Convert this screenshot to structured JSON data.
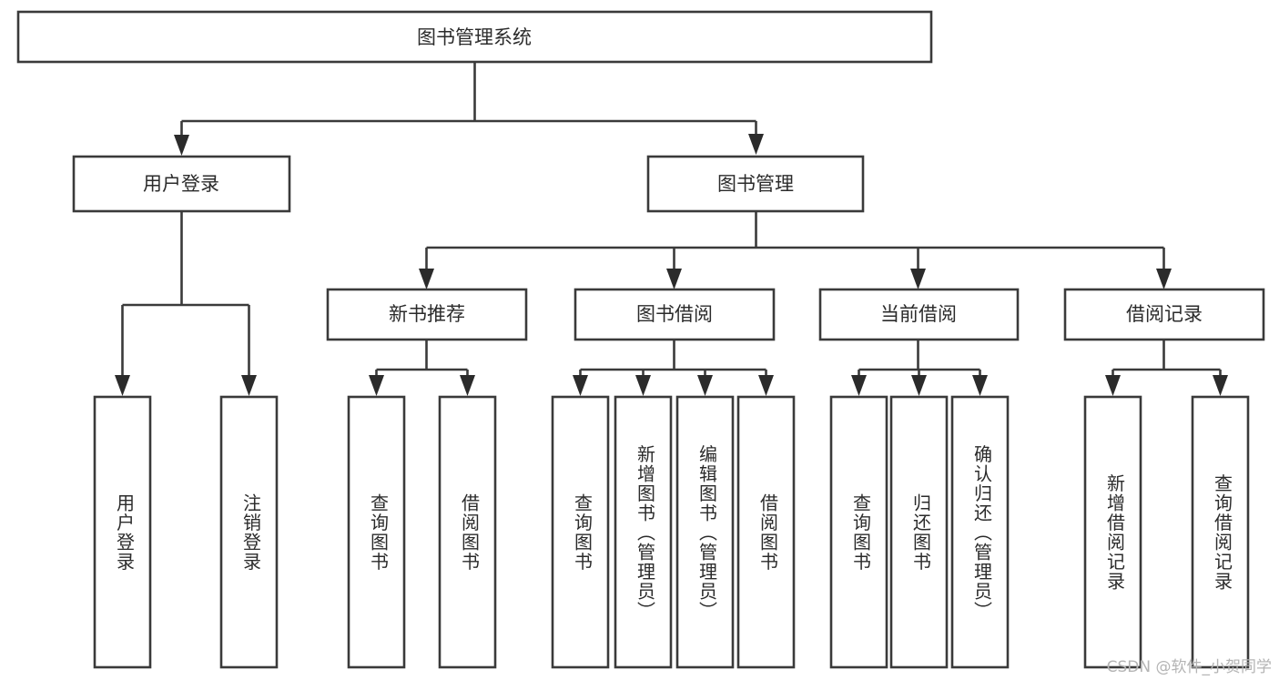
{
  "diagram": {
    "title": "图书管理系统",
    "type": "tree",
    "orientation": "top-down",
    "colors": {
      "box_stroke": "#3a3a3a",
      "box_fill": "#ffffff",
      "text": "#2b2b2b",
      "connector": "#3a3a3a",
      "watermark": "#b4b4b4",
      "background": "#ffffff"
    },
    "root": {
      "label": "图书管理系统"
    },
    "level2": [
      {
        "id": "user-login",
        "label": "用户登录"
      },
      {
        "id": "book-manage",
        "label": "图书管理"
      }
    ],
    "level3": [
      {
        "id": "new-book-recommend",
        "label": "新书推荐",
        "parent": "book-manage"
      },
      {
        "id": "book-borrow",
        "label": "图书借阅",
        "parent": "book-manage"
      },
      {
        "id": "current-borrow",
        "label": "当前借阅",
        "parent": "book-manage"
      },
      {
        "id": "borrow-record",
        "label": "借阅记录",
        "parent": "book-manage"
      }
    ],
    "leaves": {
      "user-login": [
        {
          "id": "leaf-user-login",
          "label": "用户登录"
        },
        {
          "id": "leaf-user-logout",
          "label": "注销登录"
        }
      ],
      "new-book-recommend": [
        {
          "id": "leaf-query-book-1",
          "label": "查询图书"
        },
        {
          "id": "leaf-borrow-book-1",
          "label": "借阅图书"
        }
      ],
      "book-borrow": [
        {
          "id": "leaf-query-book-2",
          "label": "查询图书"
        },
        {
          "id": "leaf-add-book",
          "label": "新增图书（管理员）"
        },
        {
          "id": "leaf-edit-book",
          "label": "编辑图书（管理员）"
        },
        {
          "id": "leaf-borrow-book-2",
          "label": "借阅图书"
        }
      ],
      "current-borrow": [
        {
          "id": "leaf-query-book-3",
          "label": "查询图书"
        },
        {
          "id": "leaf-return-book",
          "label": "归还图书"
        },
        {
          "id": "leaf-confirm-return",
          "label": "确认归还（管理员）"
        }
      ],
      "borrow-record": [
        {
          "id": "leaf-add-record",
          "label": "新增借阅记录"
        },
        {
          "id": "leaf-query-record",
          "label": "查询借阅记录"
        }
      ]
    }
  },
  "watermark": {
    "text": "CSDN @软件_小贺同学"
  }
}
